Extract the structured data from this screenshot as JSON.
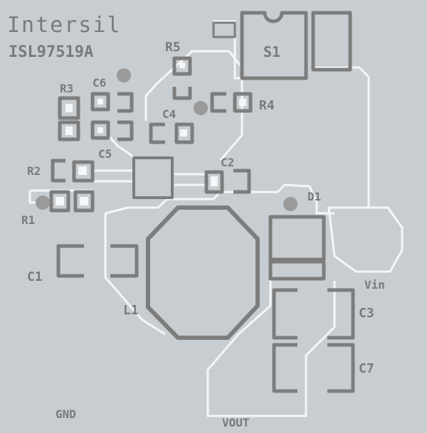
{
  "board": {
    "brand": "Intersil",
    "part_number": "ISL97519A",
    "colors": {
      "background": "#c8cdd1",
      "pad_gray": "#7d7d7d",
      "trace_white": "#f4f6f7",
      "silk_gray": "#7a7a7a",
      "via_gray": "#9a9a9a"
    }
  },
  "components": {
    "R1": "R1",
    "R2": "R2",
    "R3": "R3",
    "R4": "R4",
    "R5": "R5",
    "C1": "C1",
    "C2": "C2",
    "C3": "C3",
    "C4": "C4",
    "C5": "C5",
    "C6": "C6",
    "C7": "C7",
    "L1": "L1",
    "D1": "D1",
    "S1": "S1"
  },
  "nets": {
    "gnd": "GND",
    "vout": "VOUT",
    "vin": "Vin"
  }
}
